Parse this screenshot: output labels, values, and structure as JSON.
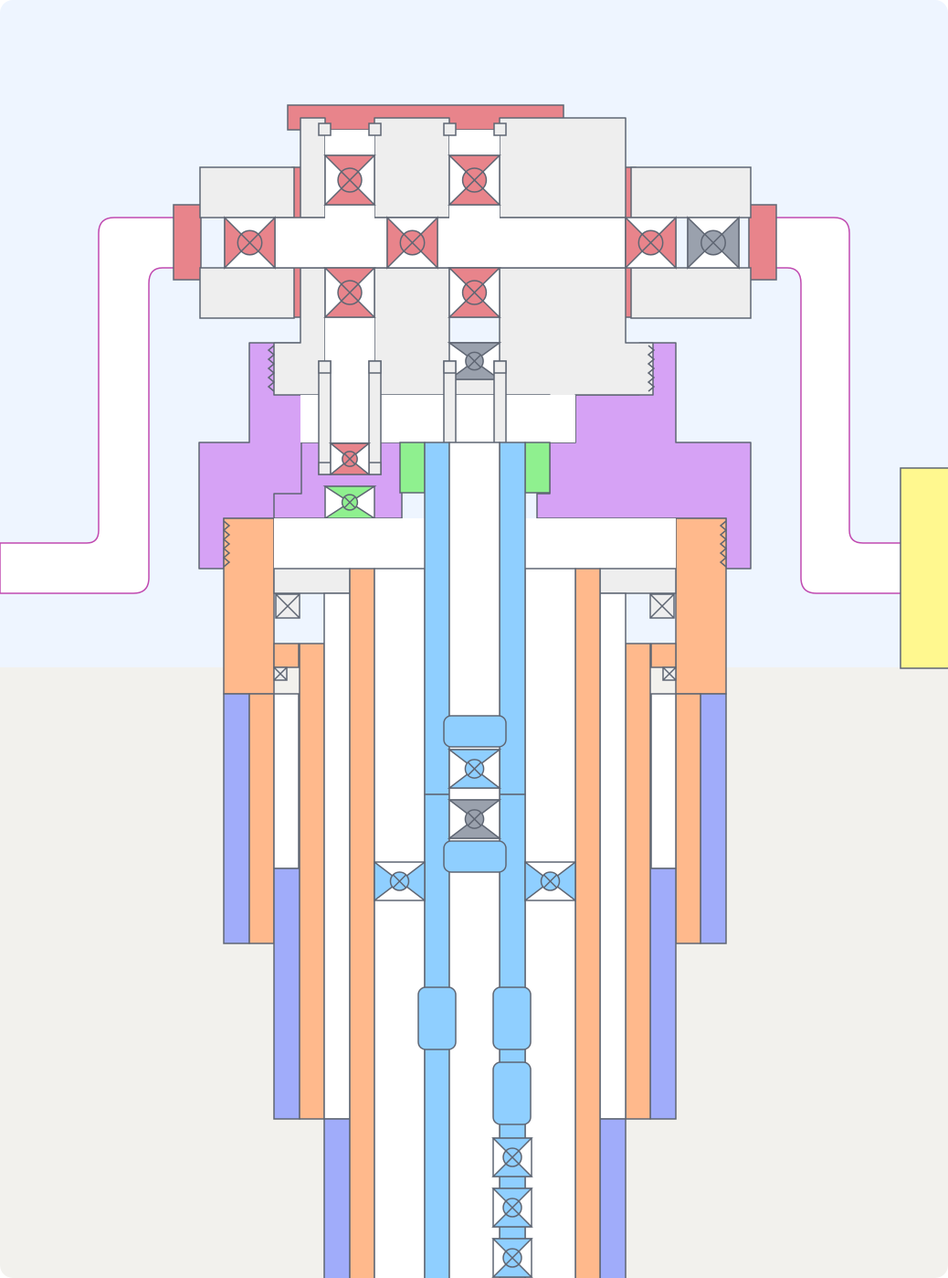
{
  "diagram": {
    "kind": "well-completion-schematic",
    "labels": [],
    "colors": {
      "sky": "#eef5ff",
      "ground": "#f2f1ed",
      "stroke": "#5f6673",
      "steel": "#eeeeee",
      "valve_red": "#e8848b",
      "valve_gray": "#9aa1ad",
      "valve_blue": "#8fcfff",
      "valve_green": "#8ff08f",
      "spool_purple": "#d6a2f5",
      "casing_orange": "#ffb98c",
      "cement_blue": "#a0acfa",
      "tubing_blue": "#8fcfff",
      "flowline_pink": "#c04ab0",
      "tank_yellow": "#fff88f"
    },
    "components": [
      "wellhead-tree",
      "master-valves",
      "wing-valves",
      "tubing-head-spool",
      "casing-head",
      "surface-casing",
      "intermediate-casing",
      "production-casing",
      "tubing-strings",
      "packers",
      "downhole-valves",
      "flowlines",
      "storage-tank"
    ]
  }
}
